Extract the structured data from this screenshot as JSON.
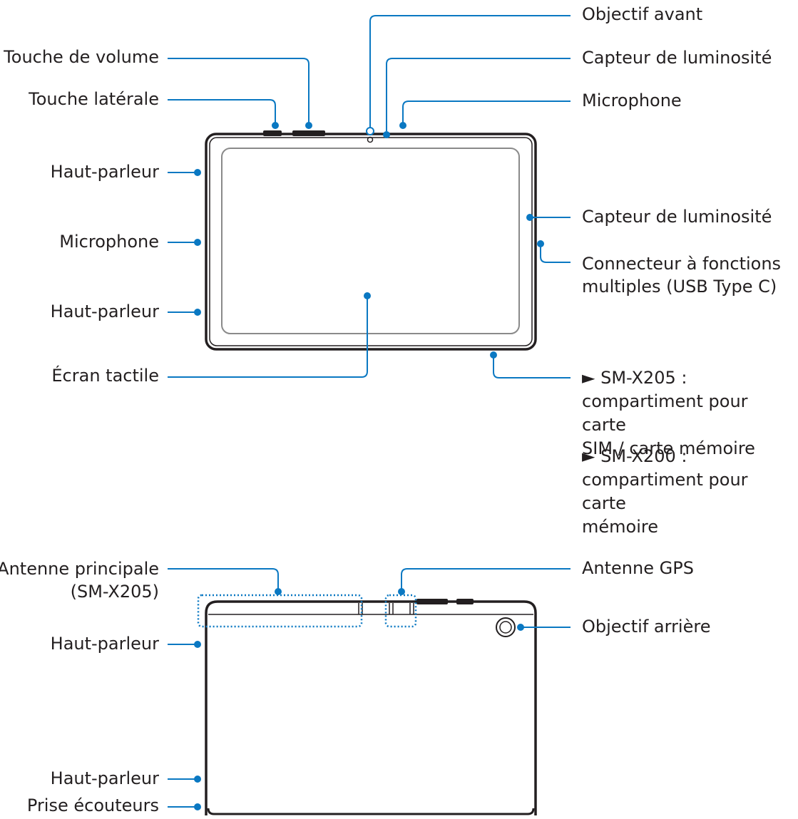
{
  "colors": {
    "callout": "#0a78c2",
    "device": "#231f20",
    "device_inner": "#8a8a8a",
    "dotted": "#0a78c2"
  },
  "front": {
    "top": {
      "volume_key": "Touche de volume",
      "side_key": "Touche latérale",
      "front_camera": "Objectif avant",
      "light_sensor": "Capteur de luminosité",
      "microphone": "Microphone"
    },
    "left": {
      "speaker_top": "Haut-parleur",
      "microphone": "Microphone",
      "speaker_bottom": "Haut-parleur",
      "touchscreen": "Écran tactile"
    },
    "right": {
      "light_sensor": "Capteur de luminosité",
      "connector_line1": "Connecteur à fonctions",
      "connector_line2": "multiples (USB Type C)",
      "tray_x205_title": "► SM-X205 :",
      "tray_x205_line1": "compartiment pour carte",
      "tray_x205_line2": "SIM / carte mémoire",
      "tray_x200_title": "► SM-X200 :",
      "tray_x200_line1": "compartiment pour carte",
      "tray_x200_line2": "mémoire"
    }
  },
  "back": {
    "main_antenna_line1": "Antenne principale",
    "main_antenna_line2": "(SM-X205)",
    "gps_antenna": "Antenne GPS",
    "rear_camera": "Objectif arrière",
    "speaker_top": "Haut-parleur",
    "speaker_bottom": "Haut-parleur",
    "earphone_jack": "Prise écouteurs"
  }
}
